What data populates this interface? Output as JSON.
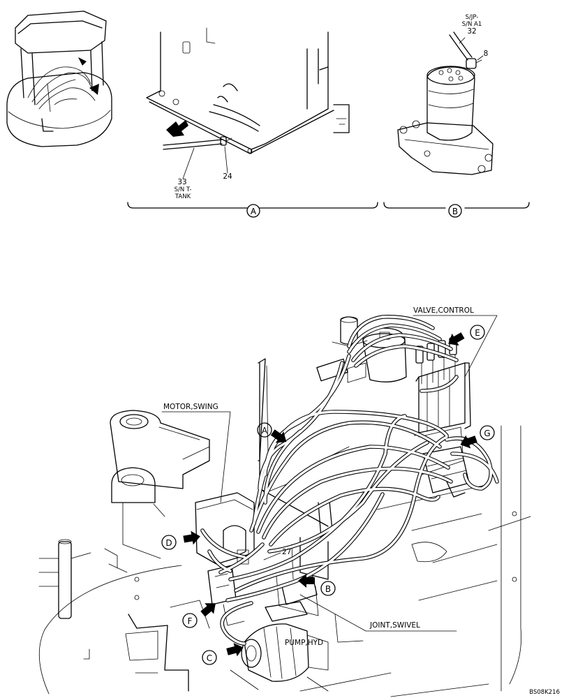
{
  "detail_a": {
    "item_33": "33",
    "item_33_note_line1": "S/N T-",
    "item_33_note_line2": "TANK",
    "item_24": "24",
    "view_letter": "A"
  },
  "detail_b": {
    "item_32_note_line1": "S/JP-",
    "item_32_note_line2": "S/N A1",
    "item_32": "32",
    "item_8": "8",
    "view_letter": "B"
  },
  "main_view": {
    "label_valve_control": "VALVE,CONTROL",
    "label_motor_swing": "MOTOR,SWING",
    "label_joint_swivel": "JOINT,SWIVEL",
    "label_pump_hyd": "PUMP,HYD",
    "item_27": "27",
    "callouts": [
      "A",
      "B",
      "C",
      "D",
      "E",
      "F",
      "G"
    ]
  },
  "drawing_code": "BS08K216"
}
